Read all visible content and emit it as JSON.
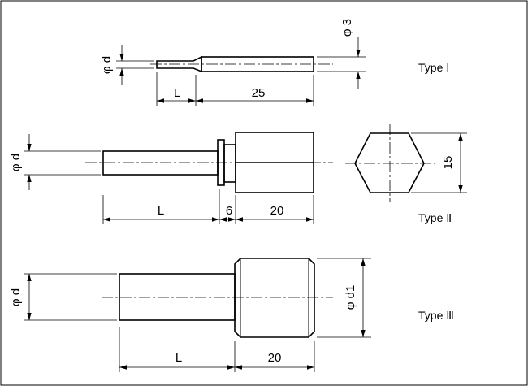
{
  "type1": {
    "label": "Type Ⅰ",
    "dims": {
      "d": "φ d",
      "d3": "φ 3",
      "L": "L",
      "len": "25"
    }
  },
  "type2": {
    "label": "Type Ⅱ",
    "dims": {
      "d": "φ d",
      "L": "L",
      "six": "6",
      "len": "20",
      "hex": "15"
    }
  },
  "type3": {
    "label": "Type Ⅲ",
    "dims": {
      "d": "φ d",
      "d1": "φ d1",
      "L": "L",
      "len": "20"
    }
  }
}
